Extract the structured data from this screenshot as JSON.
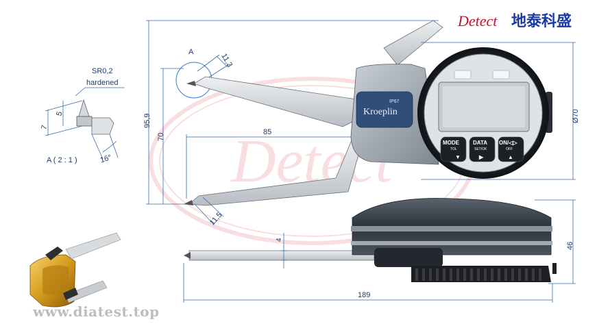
{
  "brand": {
    "name_en": "Detect",
    "name_cn": "地泰科盛",
    "watermark": "Detect",
    "url": "www.diatest.top"
  },
  "detail": {
    "label": "A ( 2 : 1 )",
    "sr_label": "SR0,2",
    "hardened_label": "hardened",
    "dim_5": "5",
    "dim_7": "7",
    "angle": "16°"
  },
  "callout": {
    "label": "A",
    "dim_11_3": "11,3"
  },
  "dimensions": {
    "height_95_9": "95,9",
    "height_70": "70",
    "reach_85": "85",
    "tip_11_5": "11,5",
    "diameter": "Ø70",
    "height_46": "46",
    "thickness_4": "4",
    "length_189": "189"
  },
  "device": {
    "maker": "Kroeplin",
    "ip_rating": "IP67",
    "buttons": [
      {
        "label": "MODE",
        "sub": "TOL",
        "symbol": "▼"
      },
      {
        "label": "DATA",
        "sub": "SET/OK",
        "symbol": "▶"
      },
      {
        "label": "ON/◁▷",
        "sub": "OFF",
        "symbol": "▲"
      }
    ]
  }
}
